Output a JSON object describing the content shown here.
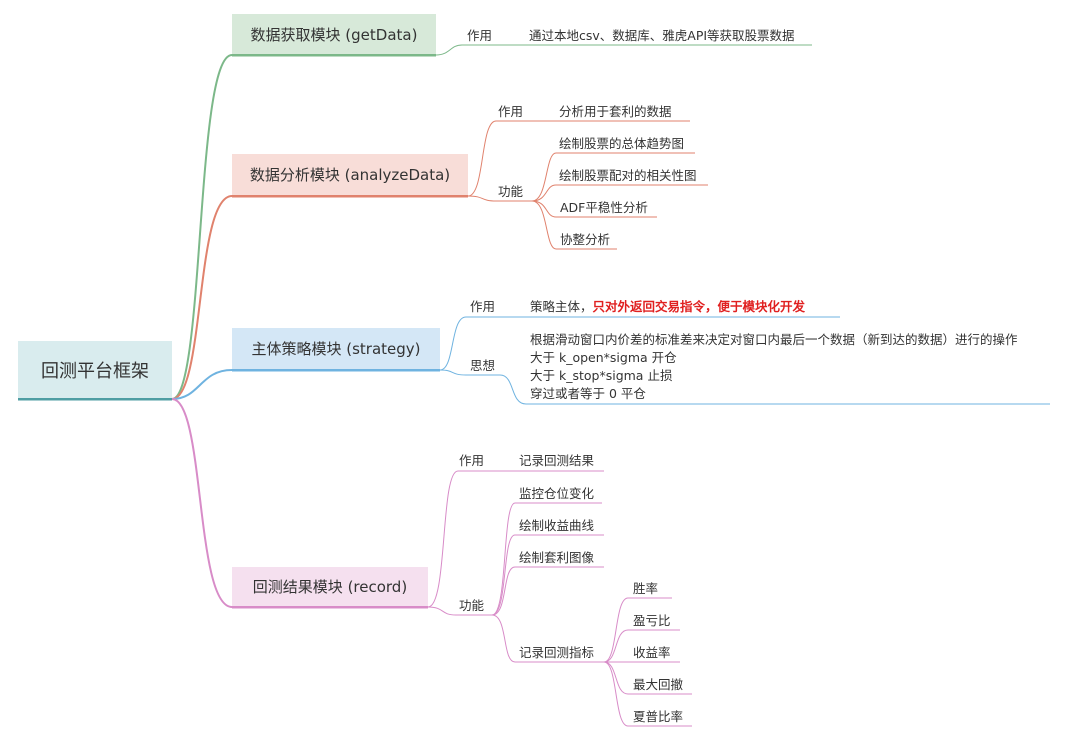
{
  "root": "回测平台框架",
  "modules": {
    "getData": {
      "title": "数据获取模块 (getData)",
      "role_label": "作用",
      "role_text": "通过本地csv、数据库、雅虎API等获取股票数据"
    },
    "analyzeData": {
      "title": "数据分析模块 (analyzeData)",
      "role_label": "作用",
      "role_text": "分析用于套利的数据",
      "func_label": "功能",
      "functions": [
        "绘制股票的总体趋势图",
        "绘制股票配对的相关性图",
        "ADF平稳性分析",
        "协整分析"
      ]
    },
    "strategy": {
      "title": "主体策略模块 (strategy)",
      "role_label": "作用",
      "role_text_plain": "策略主体，",
      "role_text_bold": "只对外返回交易指令，便于模块化开发",
      "idea_label": "思想",
      "idea_lines": [
        "根据滑动窗口内价差的标准差来决定对窗口内最后一个数据（新到达的数据）进行的操作",
        "大于 k_open*sigma 开仓",
        "大于 k_stop*sigma 止损",
        "穿过或者等于 0 平仓"
      ]
    },
    "record": {
      "title": "回测结果模块 (record)",
      "role_label": "作用",
      "role_text": "记录回测结果",
      "func_label": "功能",
      "functions": [
        "监控仓位变化",
        "绘制收益曲线",
        "绘制套利图像",
        "记录回测指标"
      ],
      "metrics": [
        "胜率",
        "盈亏比",
        "收益率",
        "最大回撤",
        "夏普比率"
      ]
    }
  },
  "colors": {
    "green": "#7cb889",
    "red": "#e0826d",
    "blue": "#6fb3e0",
    "pink": "#d88cc8",
    "root_line": "#4f9ea3"
  }
}
